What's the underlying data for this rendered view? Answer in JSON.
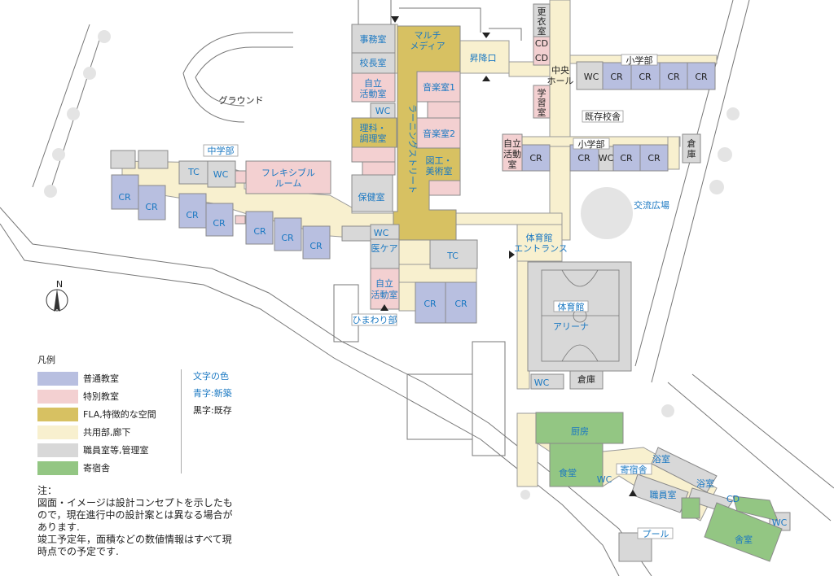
{
  "legend": {
    "title": "凡例",
    "items": [
      {
        "label": "普通教室",
        "color": "#b8bfe0"
      },
      {
        "label": "特別教室",
        "color": "#f3d0d1"
      },
      {
        "label": "FLA,特徴的な空間",
        "color": "#d7c162"
      },
      {
        "label": "共用部,廊下",
        "color": "#f8f0cf"
      },
      {
        "label": "職員室等,管理室",
        "color": "#d8d8d8"
      },
      {
        "label": "寄宿舎",
        "color": "#93c683"
      }
    ],
    "text_color_title": "文字の色",
    "text_color_new": "青字:新築",
    "text_color_existing": "黒字:既存"
  },
  "note": {
    "title": "注：",
    "line1": "図面・イメージは設計コンセプトを示したもので，現在進行中の設計案とは異なる場合があります.",
    "line2": "竣工予定年，面積などの数値情報はすべて現時点での予定です."
  },
  "site": {
    "ground": "グラウンド",
    "plaza": "交流広場",
    "existing_building": "既存校舎",
    "north": "N",
    "pool": "プール"
  },
  "rooms": {
    "office": "事務室",
    "principal": "校長室",
    "multimedia_1": "マルチ",
    "multimedia_2": "メディア",
    "entrance": "昇降口",
    "self_1": "自立",
    "self_2": "活動室",
    "music1": "音楽室1",
    "music2": "音楽室2",
    "wc": "WC",
    "science_1": "理科・",
    "science_2": "調理室",
    "art_1": "図工・",
    "art_2": "美術室",
    "learning_street": "ラーニングストリート",
    "health": "保健室",
    "middle": "中学部",
    "tc": "TC",
    "flex_1": "フレキシブル",
    "flex_2": "ルーム",
    "cr": "CR",
    "medical": "医ケア",
    "himawari": "ひまわり部",
    "locker_1": "更",
    "locker_2": "衣",
    "locker_3": "室",
    "cd": "CD",
    "hall_1": "中央",
    "hall_2": "ホール",
    "study_1": "学",
    "study_2": "習",
    "study_3": "室",
    "elementary": "小学部",
    "self_v1": "自立",
    "self_v2": "活動",
    "self_v3": "室",
    "storage_1": "倉",
    "storage_2": "庫",
    "storage": "倉庫",
    "gym_entrance_1": "体育館",
    "gym_entrance_2": "エントランス",
    "gym": "体育館",
    "arena": "アリーナ",
    "kitchen": "厨房",
    "dining": "食堂",
    "dorm": "寄宿舎",
    "bath": "浴室",
    "staff": "職員室",
    "dorm_room": "舎室"
  }
}
